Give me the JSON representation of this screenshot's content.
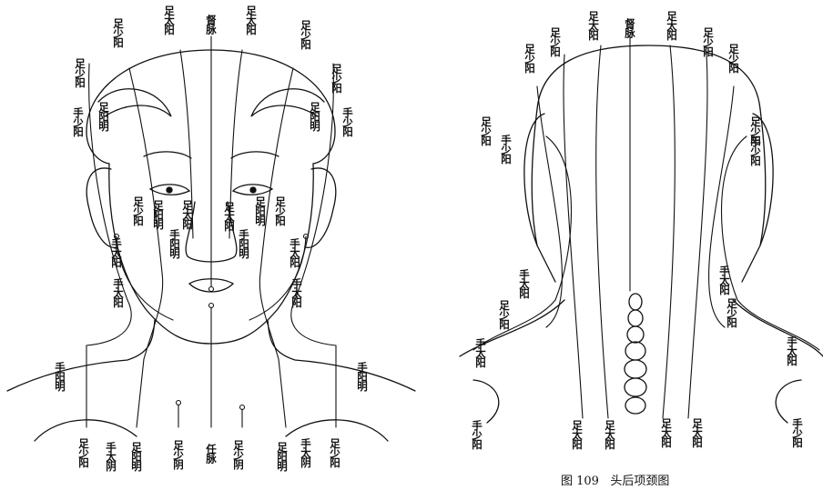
{
  "front": {
    "top": [
      "足少阳",
      "足太阳",
      "督脉",
      "足太阳",
      "足少阳"
    ],
    "upper_sides": [
      "足少阳",
      "足少阳",
      "手少阳",
      "手少阳",
      "足阳明",
      "足阳明"
    ],
    "face": [
      "足少阳",
      "足阳明",
      "足太阳",
      "足太阳",
      "足阳明",
      "足少阳",
      "手阳明",
      "手阳明",
      "手太阳",
      "手太阳",
      "手太阳",
      "手太阳"
    ],
    "shoulders": [
      "手阳明",
      "手阳明"
    ],
    "bottom": [
      "足少阳",
      "手太阴",
      "足阳明",
      "足少阴",
      "任脉",
      "足少阴",
      "足阳明",
      "手太阴",
      "足少阳"
    ]
  },
  "back": {
    "top": [
      "足少阳",
      "足少阳",
      "足太阳",
      "督脉",
      "足太阳",
      "足少阳",
      "足少阳"
    ],
    "sides": [
      "足少阳",
      "手少阳",
      "足少阳",
      "手少阳",
      "手太阳",
      "手太阳",
      "足少阳",
      "足少阳"
    ],
    "shoulders": [
      "手太阳",
      "手太阳",
      "手少阳",
      "手少阳"
    ],
    "bottom": [
      "足太阳",
      "足太阳",
      "足太阳",
      "足太阳"
    ],
    "caption": "图 109   头后项颈图"
  }
}
